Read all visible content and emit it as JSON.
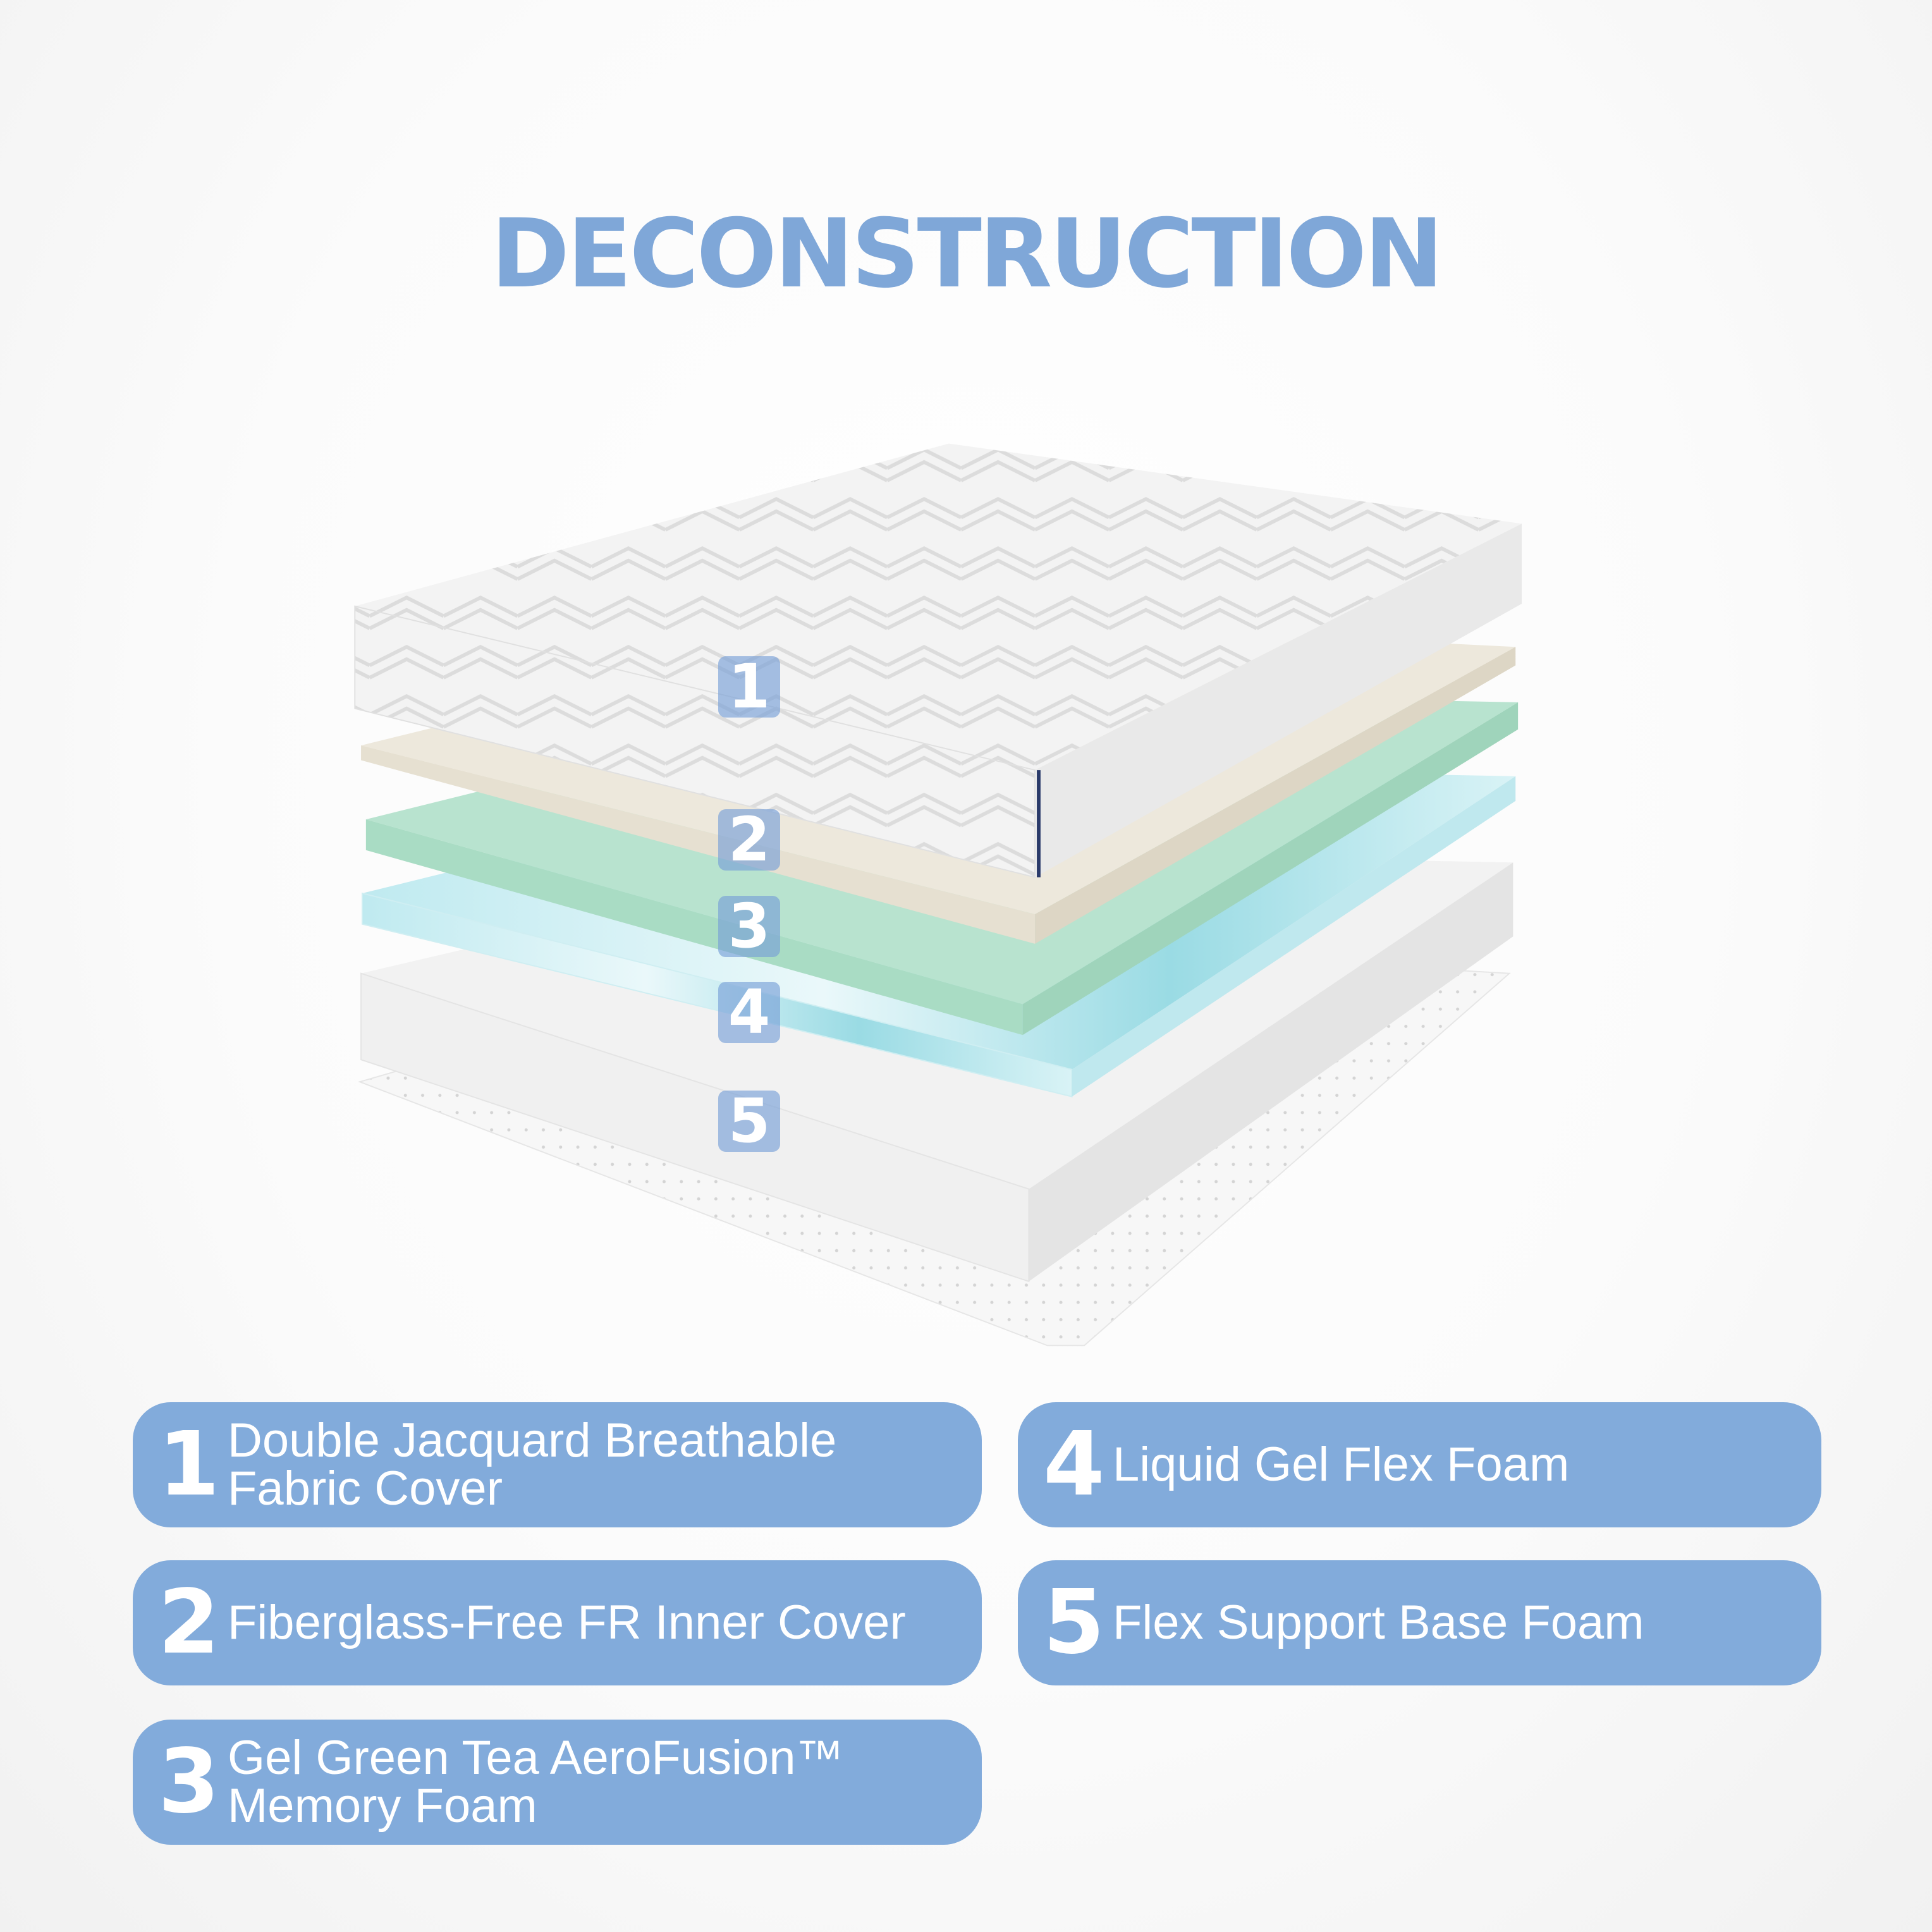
{
  "title": "DECONSTRUCTION",
  "colors": {
    "accent": "#82abdb",
    "title": "#7fa7d8",
    "green_foam": "#a9dcc4",
    "inner_cover": "#ebe5d8",
    "gel": "#7fd3de"
  },
  "layer_badges": [
    "1",
    "2",
    "3",
    "4",
    "5"
  ],
  "layers": [
    {
      "number": "1",
      "label": "Double Jacquard Breathable Fabric Cover"
    },
    {
      "number": "2",
      "label": "Fiberglass-Free FR Inner Cover"
    },
    {
      "number": "3",
      "label": "Gel Green Tea AeroFusion™ Memory Foam"
    },
    {
      "number": "4",
      "label": "Liquid Gel Flex Foam"
    },
    {
      "number": "5",
      "label": "Flex Support Base Foam"
    }
  ]
}
